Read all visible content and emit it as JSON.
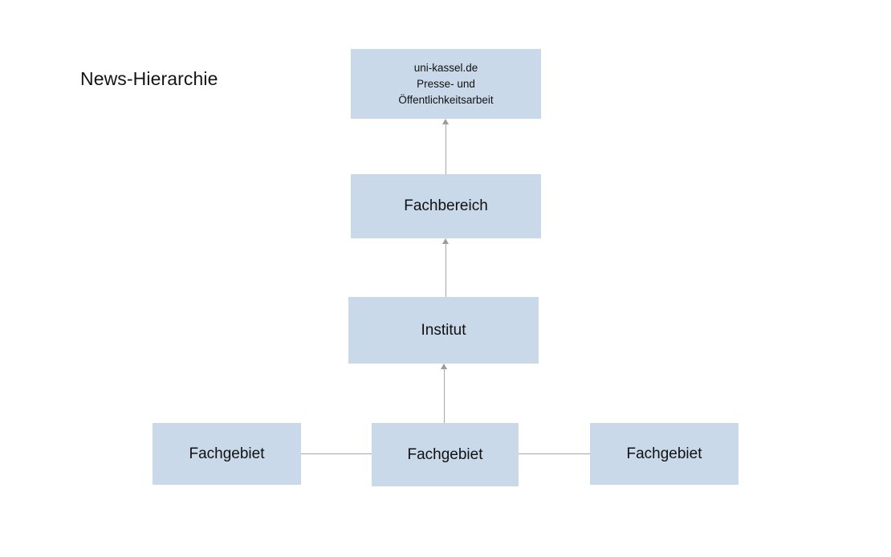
{
  "diagram": {
    "title": "News-Hierarchie",
    "box_color": "#c9d9e9",
    "connector_color": "#a8a8a8",
    "background": "#ffffff",
    "nodes": {
      "root": {
        "label": "uni-kassel.de\nPresse- und\nÖffentlichkeitsarbeit",
        "line1": "uni-kassel.de",
        "line2": "Presse- und",
        "line3": "Öffentlichkeitsarbeit"
      },
      "fachbereich": {
        "label": "Fachbereich"
      },
      "institut": {
        "label": "Institut"
      },
      "fachgebiet_left": {
        "label": "Fachgebiet"
      },
      "fachgebiet_center": {
        "label": "Fachgebiet"
      },
      "fachgebiet_right": {
        "label": "Fachgebiet"
      }
    },
    "edges": [
      {
        "from": "fachbereich",
        "to": "root",
        "style": "arrow-up"
      },
      {
        "from": "institut",
        "to": "fachbereich",
        "style": "arrow-up"
      },
      {
        "from": "fachgebiet_center",
        "to": "institut",
        "style": "arrow-up"
      },
      {
        "from": "fachgebiet_left",
        "to": "fachgebiet_center",
        "style": "line"
      },
      {
        "from": "fachgebiet_center",
        "to": "fachgebiet_right",
        "style": "line"
      }
    ]
  }
}
